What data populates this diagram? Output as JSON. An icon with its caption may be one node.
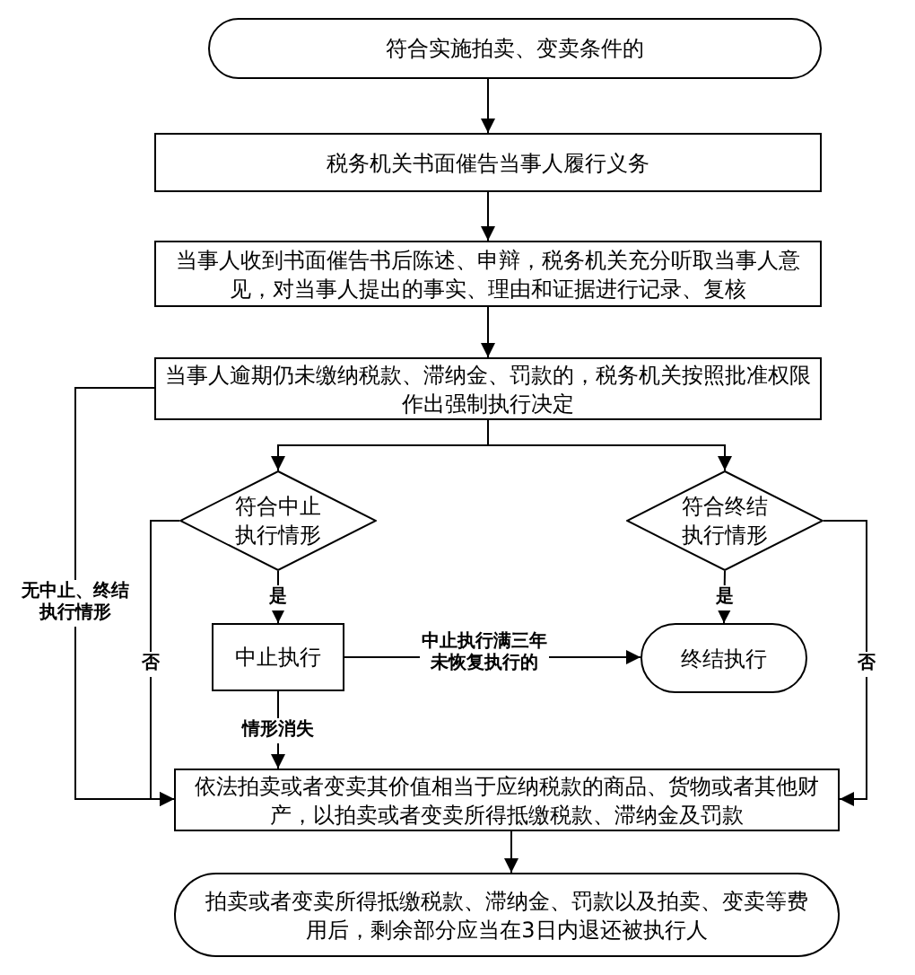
{
  "diagram": {
    "nodes": [
      {
        "text": [
          "符合实施拍卖、变卖条件的"
        ]
      },
      {
        "text": [
          "税务机关书面催告当事人履行义务"
        ]
      },
      {
        "text": [
          "当事人收到书面催告书后陈述、申辩，税务机关充分听取当事人意见，对当事人提出的事实、理由和证据进行记录、复核"
        ]
      },
      {
        "text": [
          "当事人逾期仍未缴纳税款、滞纳金、罚款的，税务机关按照批准权限作出强制执行决定"
        ]
      },
      {
        "text": [
          "符合中止执行情形"
        ]
      },
      {
        "text": [
          "符合终结执行情形"
        ]
      },
      {
        "text": [
          "中止执行"
        ]
      },
      {
        "text": [
          "终结执行"
        ]
      },
      {
        "text": [
          "依法拍卖或者变卖其价值相当于应纳税款的商品、货物或者其他财产，以拍卖或者变卖所得抵缴税款、滞纳金及罚款"
        ]
      },
      {
        "text": [
          "拍卖或者变卖所得抵缴税款、滞纳金、罚款以及拍卖、变卖等费用后，剩余部分应当在3日内退还被执行人"
        ]
      }
    ],
    "edges": [
      {
        "from": 0,
        "to": 1,
        "arrow": "to"
      },
      {
        "from": 1,
        "to": 2,
        "arrow": "to"
      },
      {
        "from": 2,
        "to": 3,
        "arrow": "to"
      },
      {
        "from": 3,
        "to": 4,
        "arrow": "to"
      },
      {
        "from": 3,
        "to": 5,
        "arrow": "to"
      },
      {
        "from": 3,
        "to": 8,
        "arrow": "to",
        "label": "无中止、终结执行情形"
      },
      {
        "from": 4,
        "to": 6,
        "arrow": "to",
        "label": "是"
      },
      {
        "from": 4,
        "to": 8,
        "arrow": "to",
        "label": "否"
      },
      {
        "from": 5,
        "to": 7,
        "arrow": "to",
        "label": "是"
      },
      {
        "from": 5,
        "to": 8,
        "arrow": "to",
        "label": "否"
      },
      {
        "from": 6,
        "to": 7,
        "arrow": "to",
        "label": "中止执行满三年未恢复执行的"
      },
      {
        "from": 6,
        "to": 8,
        "arrow": "to",
        "label": "情形消失"
      },
      {
        "from": 8,
        "to": 9,
        "arrow": "to"
      }
    ]
  }
}
